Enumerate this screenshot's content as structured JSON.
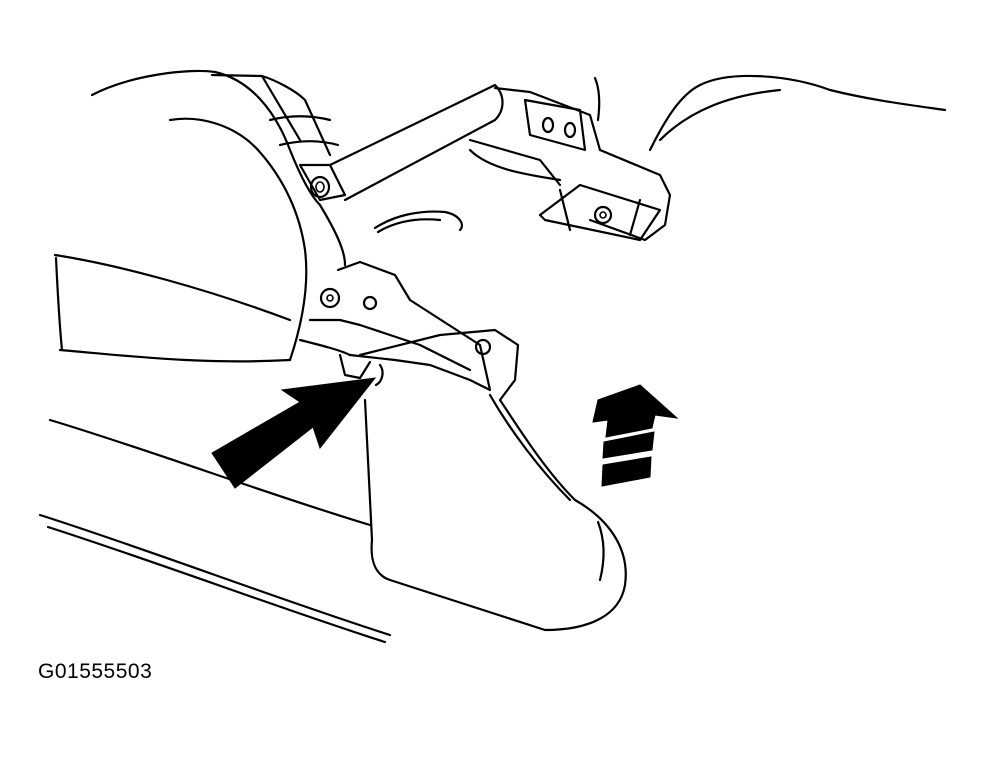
{
  "figure": {
    "id_label": "G01555503"
  },
  "colors": {
    "ink": "#000000",
    "paper": "#ffffff"
  },
  "icons": {
    "pointer_arrow": "diagonal-arrow",
    "direction_arrow": "upward-dashed-arrow"
  }
}
